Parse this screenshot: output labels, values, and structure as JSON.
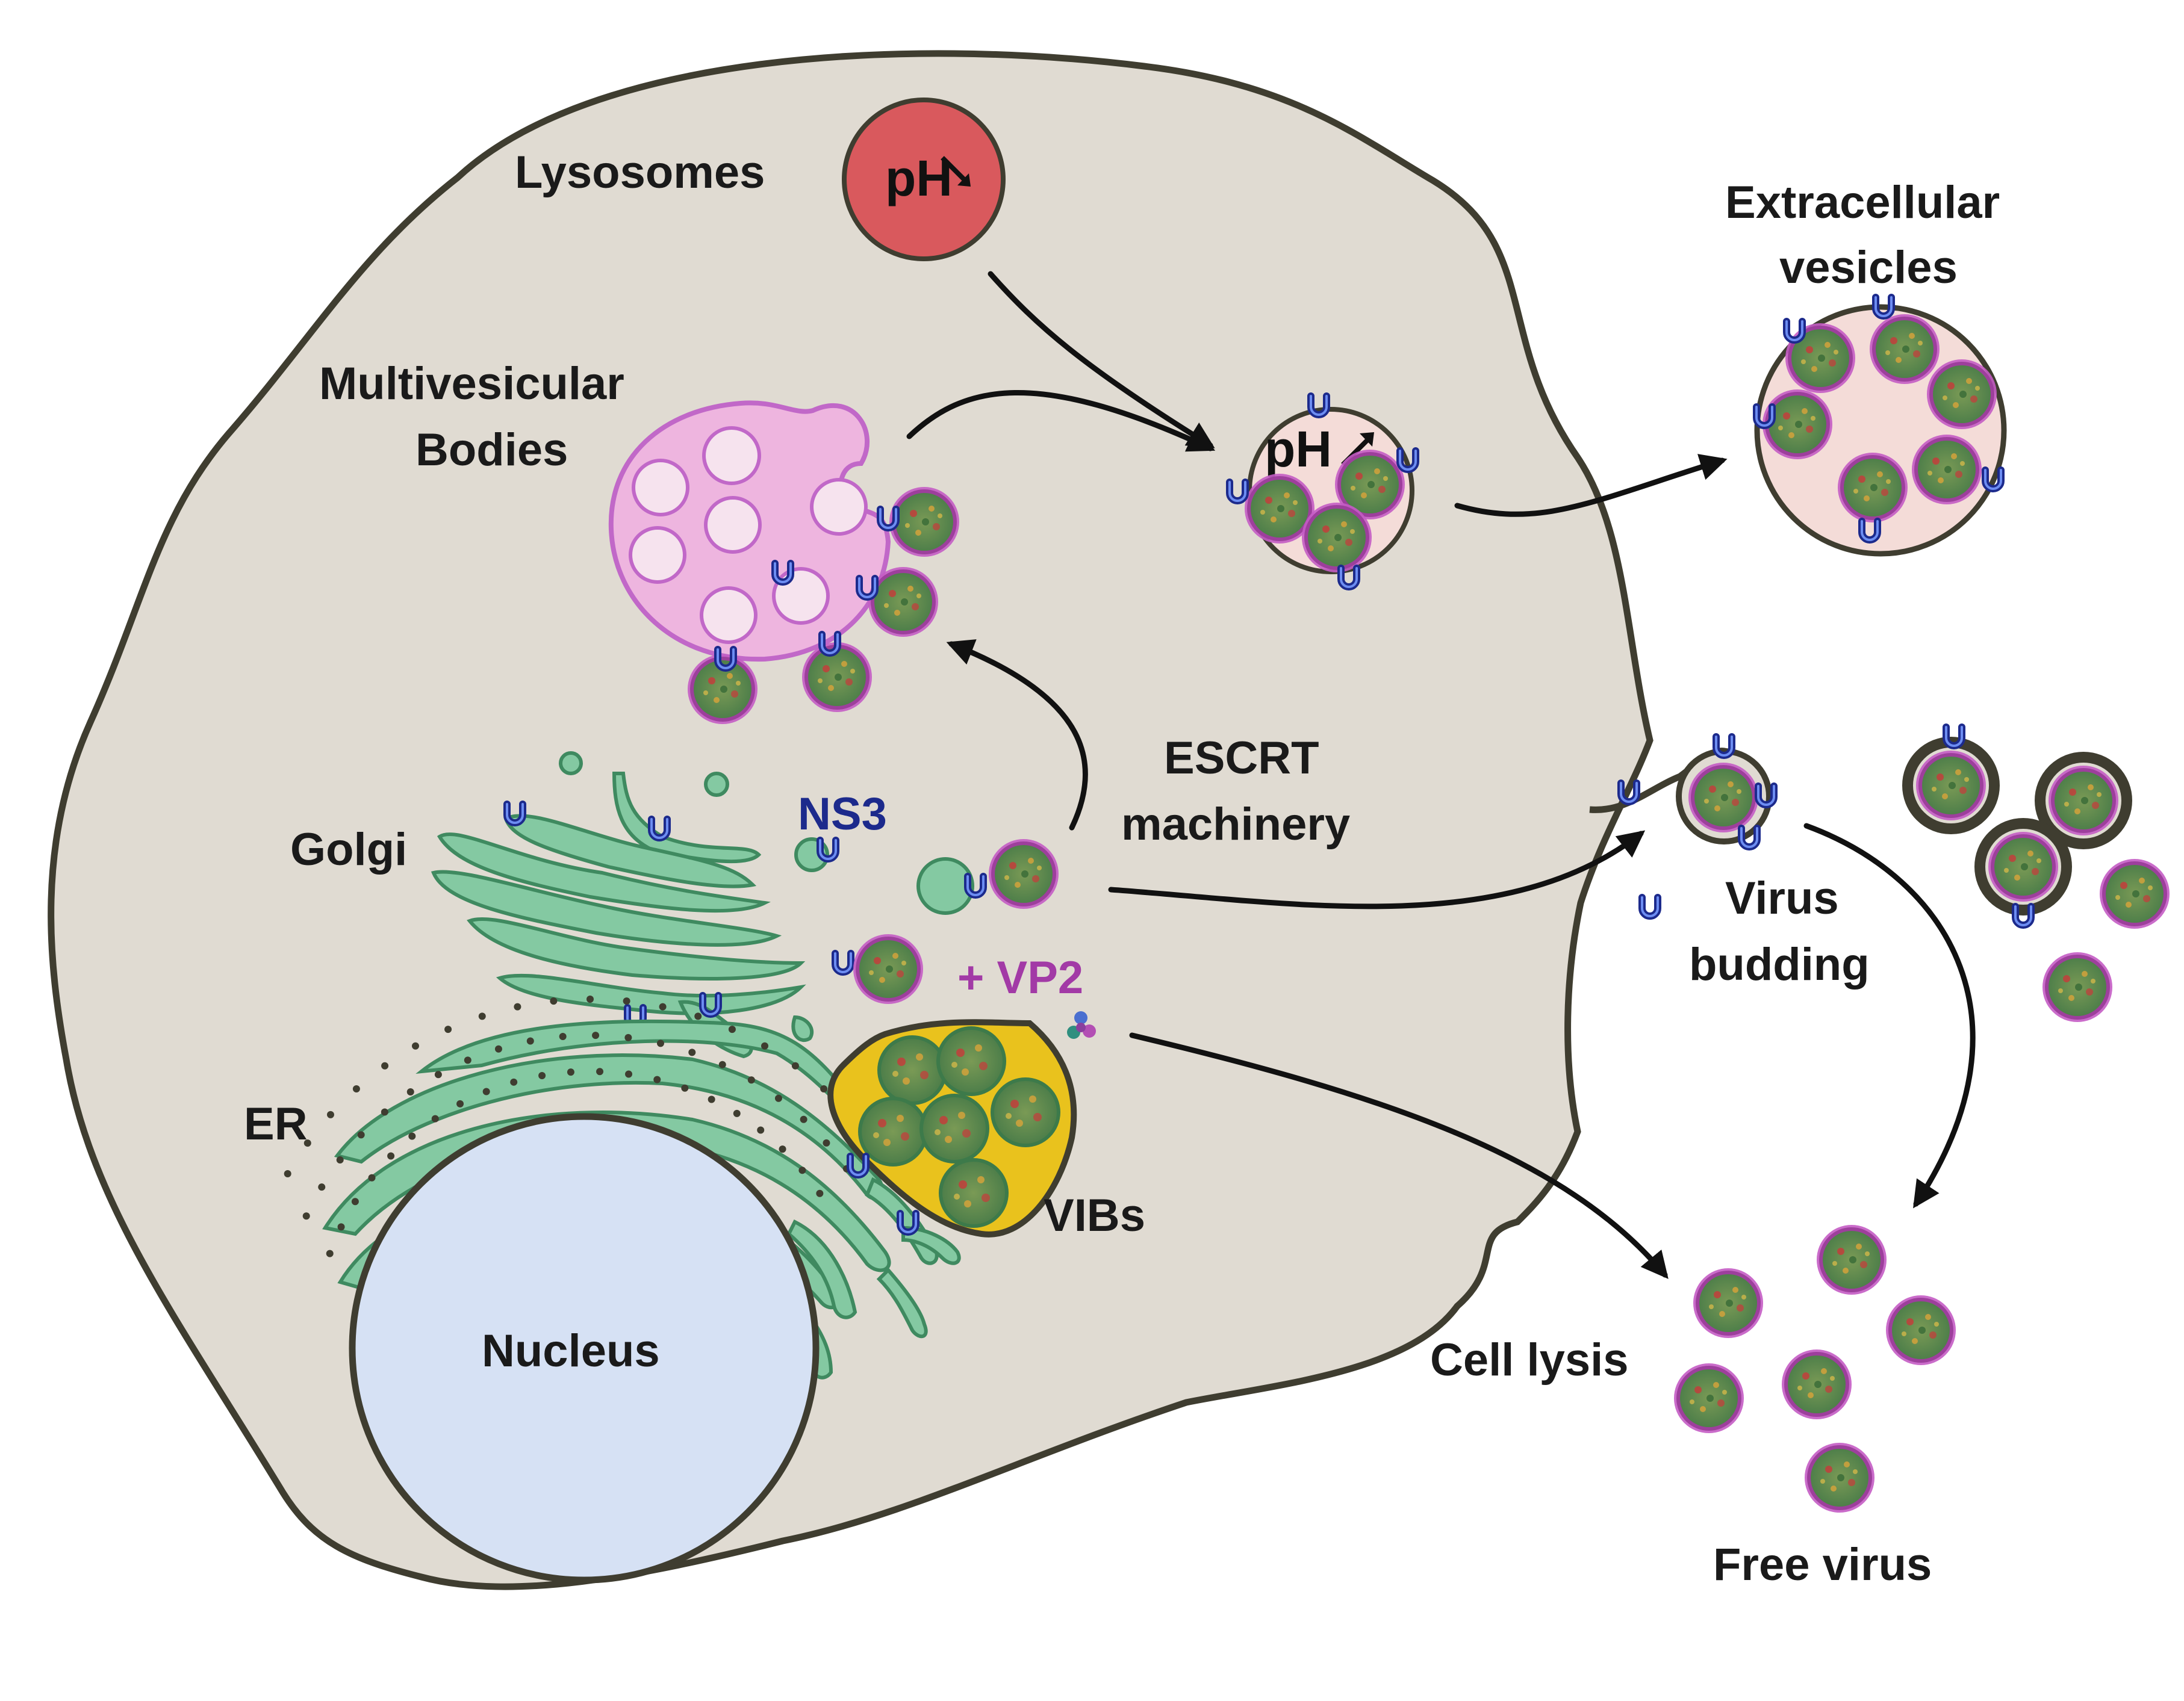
{
  "labels": {
    "lysosomes": "Lysosomes",
    "ph_down": "pH",
    "ph_up": "pH",
    "extracellular_line1": "Extracellular",
    "extracellular_line2": "vesicles",
    "mvb_line1": "Multivesicular",
    "mvb_line2": "Bodies",
    "escrt_line1": "ESCRT",
    "escrt_line2": "machinery",
    "golgi": "Golgi",
    "ns3": "NS3",
    "vp2": "+ VP2",
    "er": "ER",
    "vibs": "VIBs",
    "nucleus": "Nucleus",
    "budding_line1": "Virus",
    "budding_line2": "budding",
    "cell_lysis": "Cell lysis",
    "free_virus": "Free virus"
  },
  "colors": {
    "cytoplasm": "#e0dbd2",
    "membrane": "#3f3d30",
    "lysosome": "#d9595d",
    "mvb": "#eeb5df",
    "mvb_stroke": "#c168c8",
    "vesicle": "#f4dcd8",
    "golgi": "#84c9a2",
    "golgi_stroke": "#3f8a60",
    "vib": "#e9c21d",
    "nucleus": "#d6e1f4",
    "ns3": "#2734b8",
    "virion": "#5a9150",
    "virion_halo": "#a0449e"
  },
  "icons": [
    "ns3-protein-icon",
    "virion-icon",
    "vp2-protein-icon",
    "ph-down-arrow-icon",
    "ph-up-arrow-icon"
  ]
}
